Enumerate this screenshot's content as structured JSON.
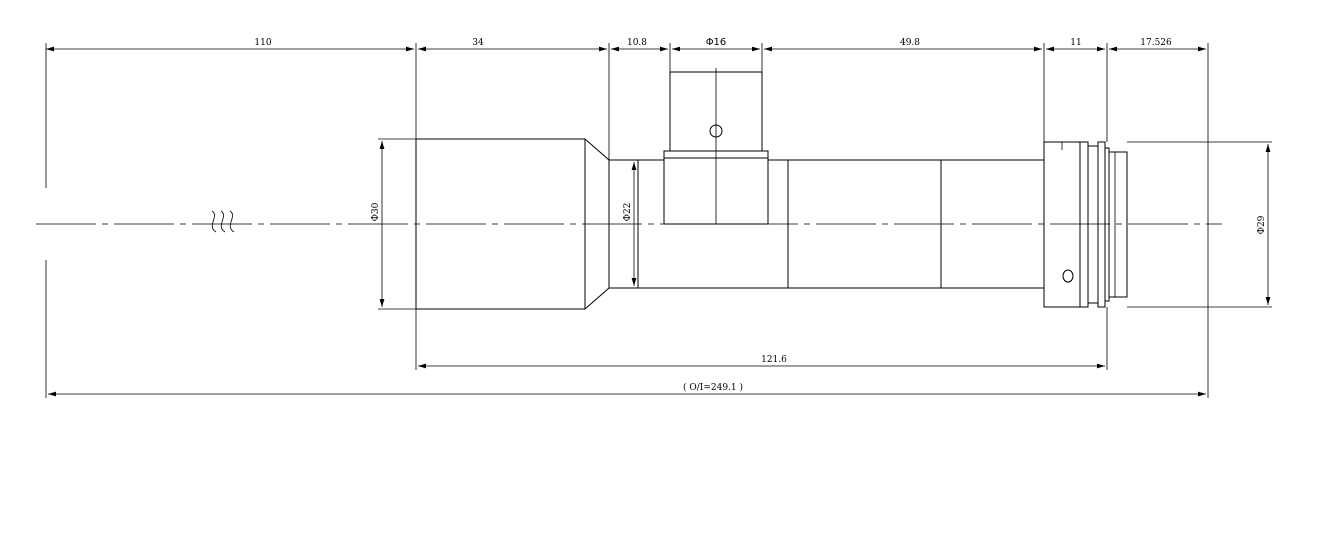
{
  "drawing": {
    "dimensions_top": {
      "d110": "110",
      "d34": "34",
      "d10_8": "10.8",
      "phi16": "Φ16",
      "d49_8": "49.8",
      "d11": "11",
      "d17_526": "17.526"
    },
    "dimensions_vertical": {
      "phi30": "Φ30",
      "phi22": "Φ22",
      "phi29": "Φ29"
    },
    "dimensions_bottom": {
      "d121_6": "121.6",
      "oi": "( O/I=249.1 )"
    },
    "break_symbol": "ʃʃ"
  }
}
